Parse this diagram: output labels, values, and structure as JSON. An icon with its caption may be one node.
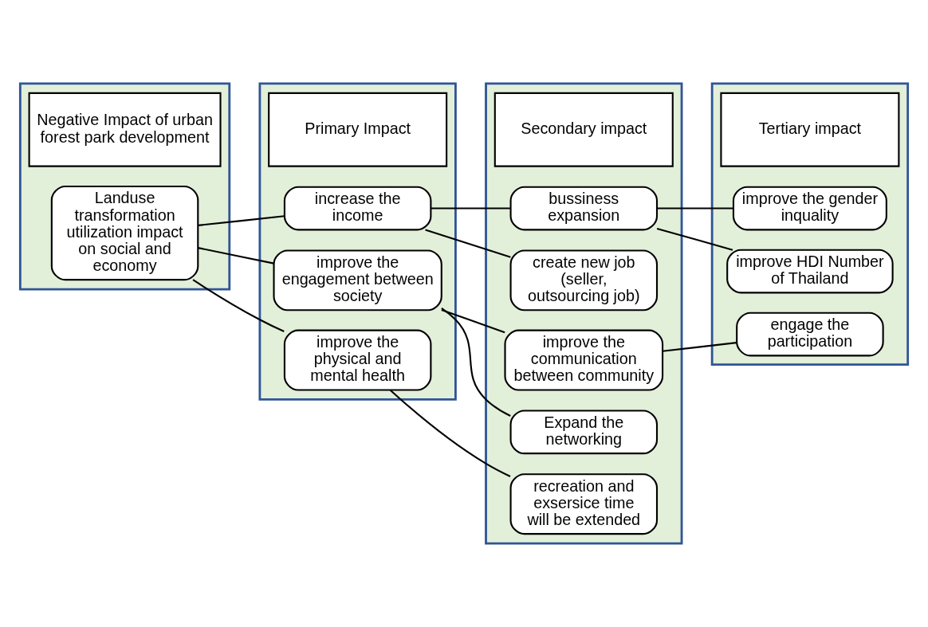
{
  "diagram": {
    "nodes": [
      {
        "text": [],
        "shape": "band"
      },
      {
        "text": [
          "Negative Impact of urban forest park development"
        ],
        "in": 0
      },
      {
        "text": [
          "Landuse transformation utilization impact on social and economy"
        ],
        "in": 0
      },
      {
        "text": [],
        "shape": "band"
      },
      {
        "text": [
          "Primary Impact"
        ],
        "in": 3
      },
      {
        "text": [
          "increase the income"
        ],
        "in": 3
      },
      {
        "text": [
          "improve the engagement between society"
        ],
        "in": 3
      },
      {
        "text": [
          "improve the physical and mental health"
        ],
        "in": 3
      },
      {
        "text": [],
        "shape": "band"
      },
      {
        "text": [
          "Secondary impact"
        ],
        "in": 8
      },
      {
        "text": [
          "bussiness expansion"
        ],
        "in": 8
      },
      {
        "text": [
          "create new job (seller, outsourcing job)"
        ],
        "in": 8
      },
      {
        "text": [
          "improve the communication between community"
        ],
        "in": 8
      },
      {
        "text": [
          "Expand the networking"
        ],
        "in": 8
      },
      {
        "text": [
          "recreation and exsersice time will be extended"
        ],
        "in": 8
      },
      {
        "text": [],
        "shape": "band"
      },
      {
        "text": [
          "Tertiary impact"
        ],
        "in": 15
      },
      {
        "text": [
          "improve the gender inquality"
        ],
        "in": 15
      },
      {
        "text": [
          "improve HDI Number of Thailand"
        ],
        "in": 15
      },
      {
        "text": [
          "engage the participation"
        ],
        "in": 15
      }
    ],
    "edges": [
      {
        "from": 2,
        "to": 5,
        "arrow": "none"
      },
      {
        "from": 2,
        "to": 6,
        "arrow": "none"
      },
      {
        "from": 2,
        "to": 7,
        "arrow": "none"
      },
      {
        "from": 5,
        "to": 10,
        "arrow": "none"
      },
      {
        "from": 5,
        "to": 11,
        "arrow": "none"
      },
      {
        "from": 6,
        "to": 12,
        "arrow": "none"
      },
      {
        "from": 6,
        "to": 13,
        "arrow": "none"
      },
      {
        "from": 7,
        "to": 14,
        "arrow": "none"
      },
      {
        "from": 10,
        "to": 17,
        "arrow": "none"
      },
      {
        "from": 10,
        "to": 18,
        "arrow": "none"
      },
      {
        "from": 12,
        "to": 19,
        "arrow": "none"
      }
    ]
  }
}
